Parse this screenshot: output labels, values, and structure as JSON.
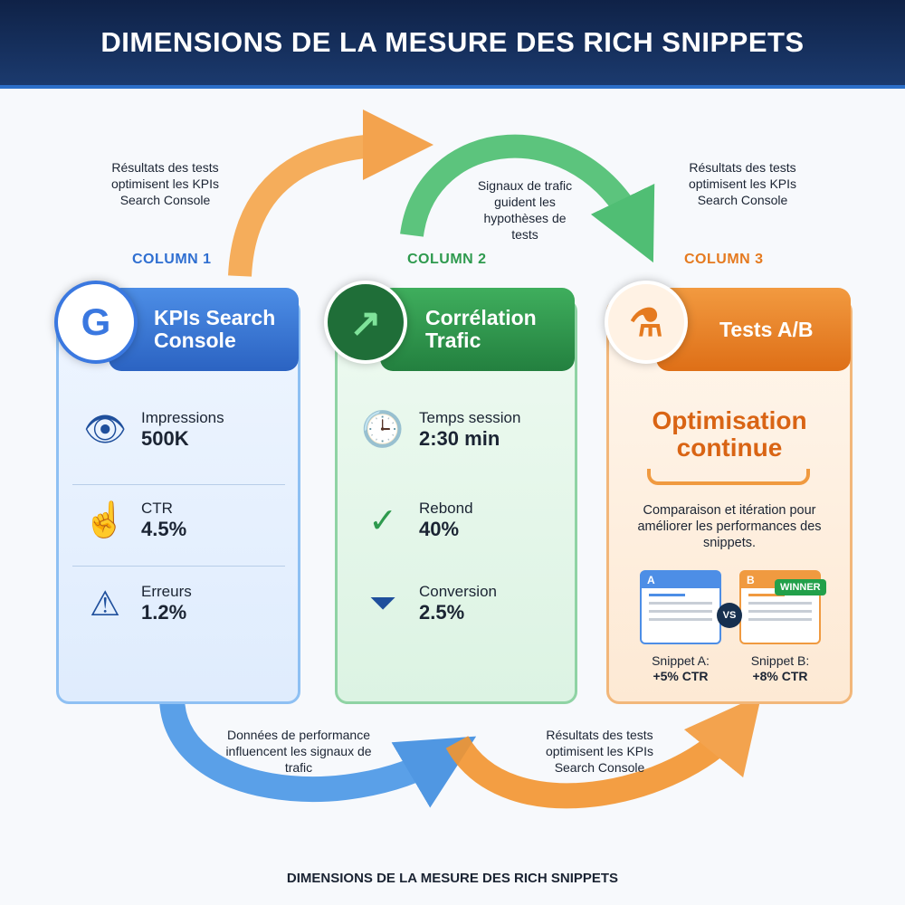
{
  "title": "DIMENSIONS DE LA MESURE DES RICH SNIPPETS",
  "footer": "DIMENSIONS DE LA MESURE DES RICH SNIPPETS",
  "notes": {
    "top_left": "Résultats des tests optimisent les KPIs Search Console",
    "top_center": "Signaux de trafic guident les hypothèses de tests",
    "top_right": "Résultats des tests optimisent les KPIs Search Console",
    "bottom_left": "Données de performance influencent les signaux de trafic",
    "bottom_right": "Résultats des tests optimisent les KPIs Search Console"
  },
  "columns": [
    {
      "label": "COLUMN 1",
      "title": "KPIs Search Console",
      "icon": "google-search-icon",
      "color": "#2f6fd1",
      "metrics": [
        {
          "label": "Impressions",
          "value": "500K",
          "icon": "eye-icon"
        },
        {
          "label": "CTR",
          "value": "4.5%",
          "icon": "pointer-click-icon"
        },
        {
          "label": "Erreurs",
          "value": "1.2%",
          "icon": "warning-icon"
        }
      ]
    },
    {
      "label": "COLUMN 2",
      "title": "Corrélation Trafic",
      "icon": "growth-chart-icon",
      "color": "#2e9a4e",
      "metrics": [
        {
          "label": "Temps session",
          "value": "2:30 min",
          "icon": "clock-icon"
        },
        {
          "label": "Rebond",
          "value": "40%",
          "icon": "bounce-icon"
        },
        {
          "label": "Conversion",
          "value": "2.5%",
          "icon": "funnel-icon"
        }
      ]
    },
    {
      "label": "COLUMN 3",
      "title": "Tests A/B",
      "icon": "flask-icon",
      "color": "#e57a1f",
      "headline": "Optimisation continue",
      "description": "Comparaison et itération pour améliorer les performances des snippets.",
      "snippet_a": {
        "tag": "A",
        "result_label": "Snippet A:",
        "result": "+5% CTR"
      },
      "snippet_b": {
        "tag": "B",
        "badge": "WINNER",
        "result_label": "Snippet B:",
        "result": "+8% CTR"
      },
      "vs": "VS"
    }
  ]
}
